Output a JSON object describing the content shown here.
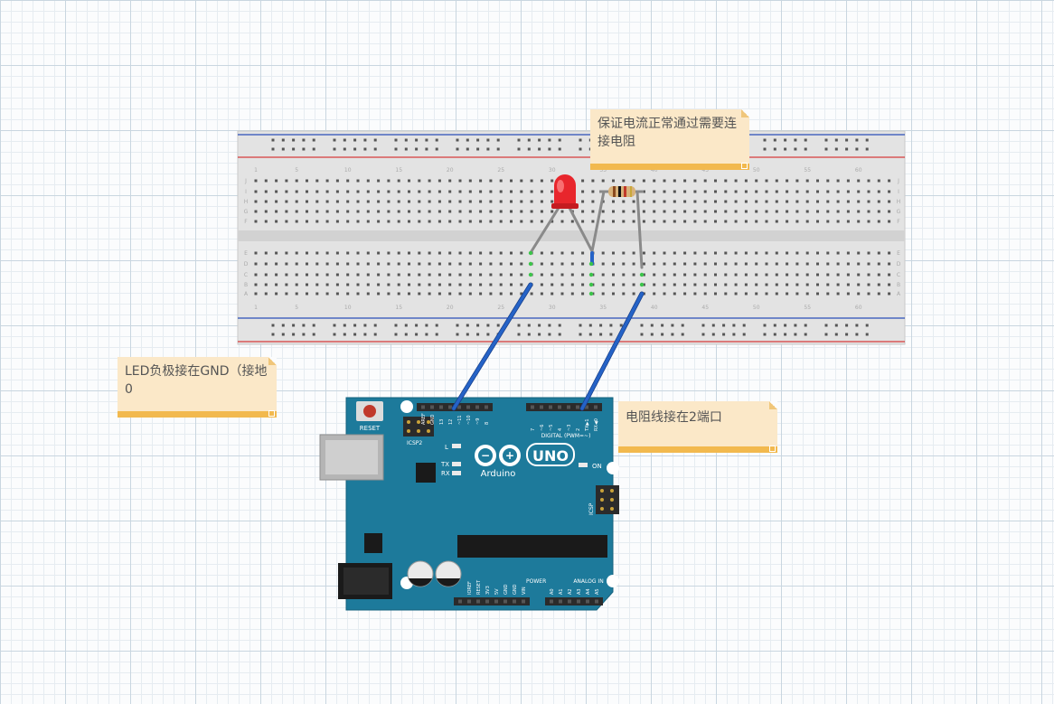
{
  "notes": {
    "resistor": "保证电流正常通过需要连接电阻",
    "gnd": "LED负极接在GND（接地0",
    "pin2": "电阻线接在2端口"
  },
  "breadboard": {
    "column_numbers": [
      "1",
      "5",
      "10",
      "15",
      "20",
      "25",
      "30",
      "35",
      "40",
      "45",
      "50",
      "55",
      "60"
    ],
    "row_letters_top": [
      "J",
      "I",
      "H",
      "G",
      "F"
    ],
    "row_letters_bottom": [
      "E",
      "D",
      "C",
      "B",
      "A"
    ]
  },
  "arduino": {
    "reset_label": "RESET",
    "icsp2_label": "ICSP2",
    "icsp_label": "ICSP",
    "l_label": "L",
    "tx_label": "TX",
    "rx_label": "RX",
    "on_label": "ON",
    "brand": "Arduino",
    "model": "UNO",
    "digital_label": "DIGITAL (PWM=~)",
    "power_label": "POWER",
    "analog_label": "ANALOG IN",
    "digital_pins": [
      "AREF",
      "GND",
      "13",
      "12",
      "~11",
      "~10",
      "~9",
      "8",
      "7",
      "~6",
      "~5",
      "4",
      "~3",
      "2",
      "TX▶1",
      "RX◀0"
    ],
    "power_pins": [
      "IOREF",
      "RESET",
      "3V3",
      "5V",
      "GND",
      "GND",
      "VIN"
    ],
    "analog_pins": [
      "A0",
      "A1",
      "A2",
      "A3",
      "A4",
      "A5"
    ],
    "ui_colors": {
      "board": "#1d7a9b",
      "accent": "#ffffff"
    }
  },
  "wires": {
    "gnd_wire_color": "#2563c7",
    "pin2_wire_color": "#2563c7",
    "lead_color": "#8a8a8a"
  },
  "led": {
    "color": "#e8262c"
  }
}
